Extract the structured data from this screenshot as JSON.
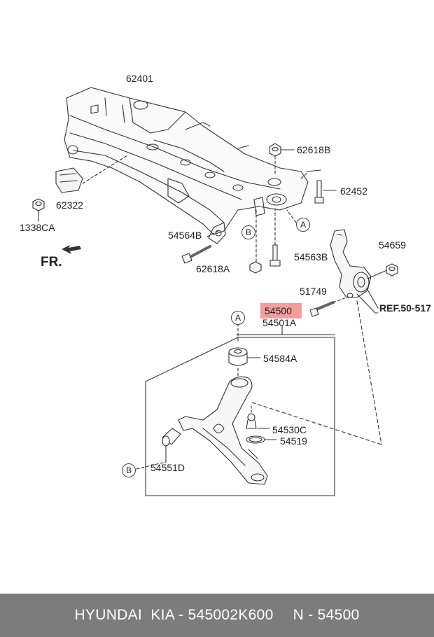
{
  "parts": {
    "p62401": "62401",
    "p62618B": "62618B",
    "p62452": "62452",
    "p62322": "62322",
    "p1338CA": "1338CA",
    "p54564B": "54564B",
    "p62618A": "62618A",
    "p54563B": "54563B",
    "p54659": "54659",
    "p51749": "51749",
    "ref": "REF.50-517",
    "p54500": "54500",
    "p54501A": "54501A",
    "p54584A": "54584A",
    "p54530C": "54530C",
    "p54519": "54519",
    "p54551D": "54551D"
  },
  "markers": {
    "a": "A",
    "b": "B"
  },
  "direction": "FR.",
  "highlight_color": "#f28c8c",
  "footer": {
    "left": "HYUNDAI  KIA - 545002K600",
    "right": "N - 54500"
  }
}
